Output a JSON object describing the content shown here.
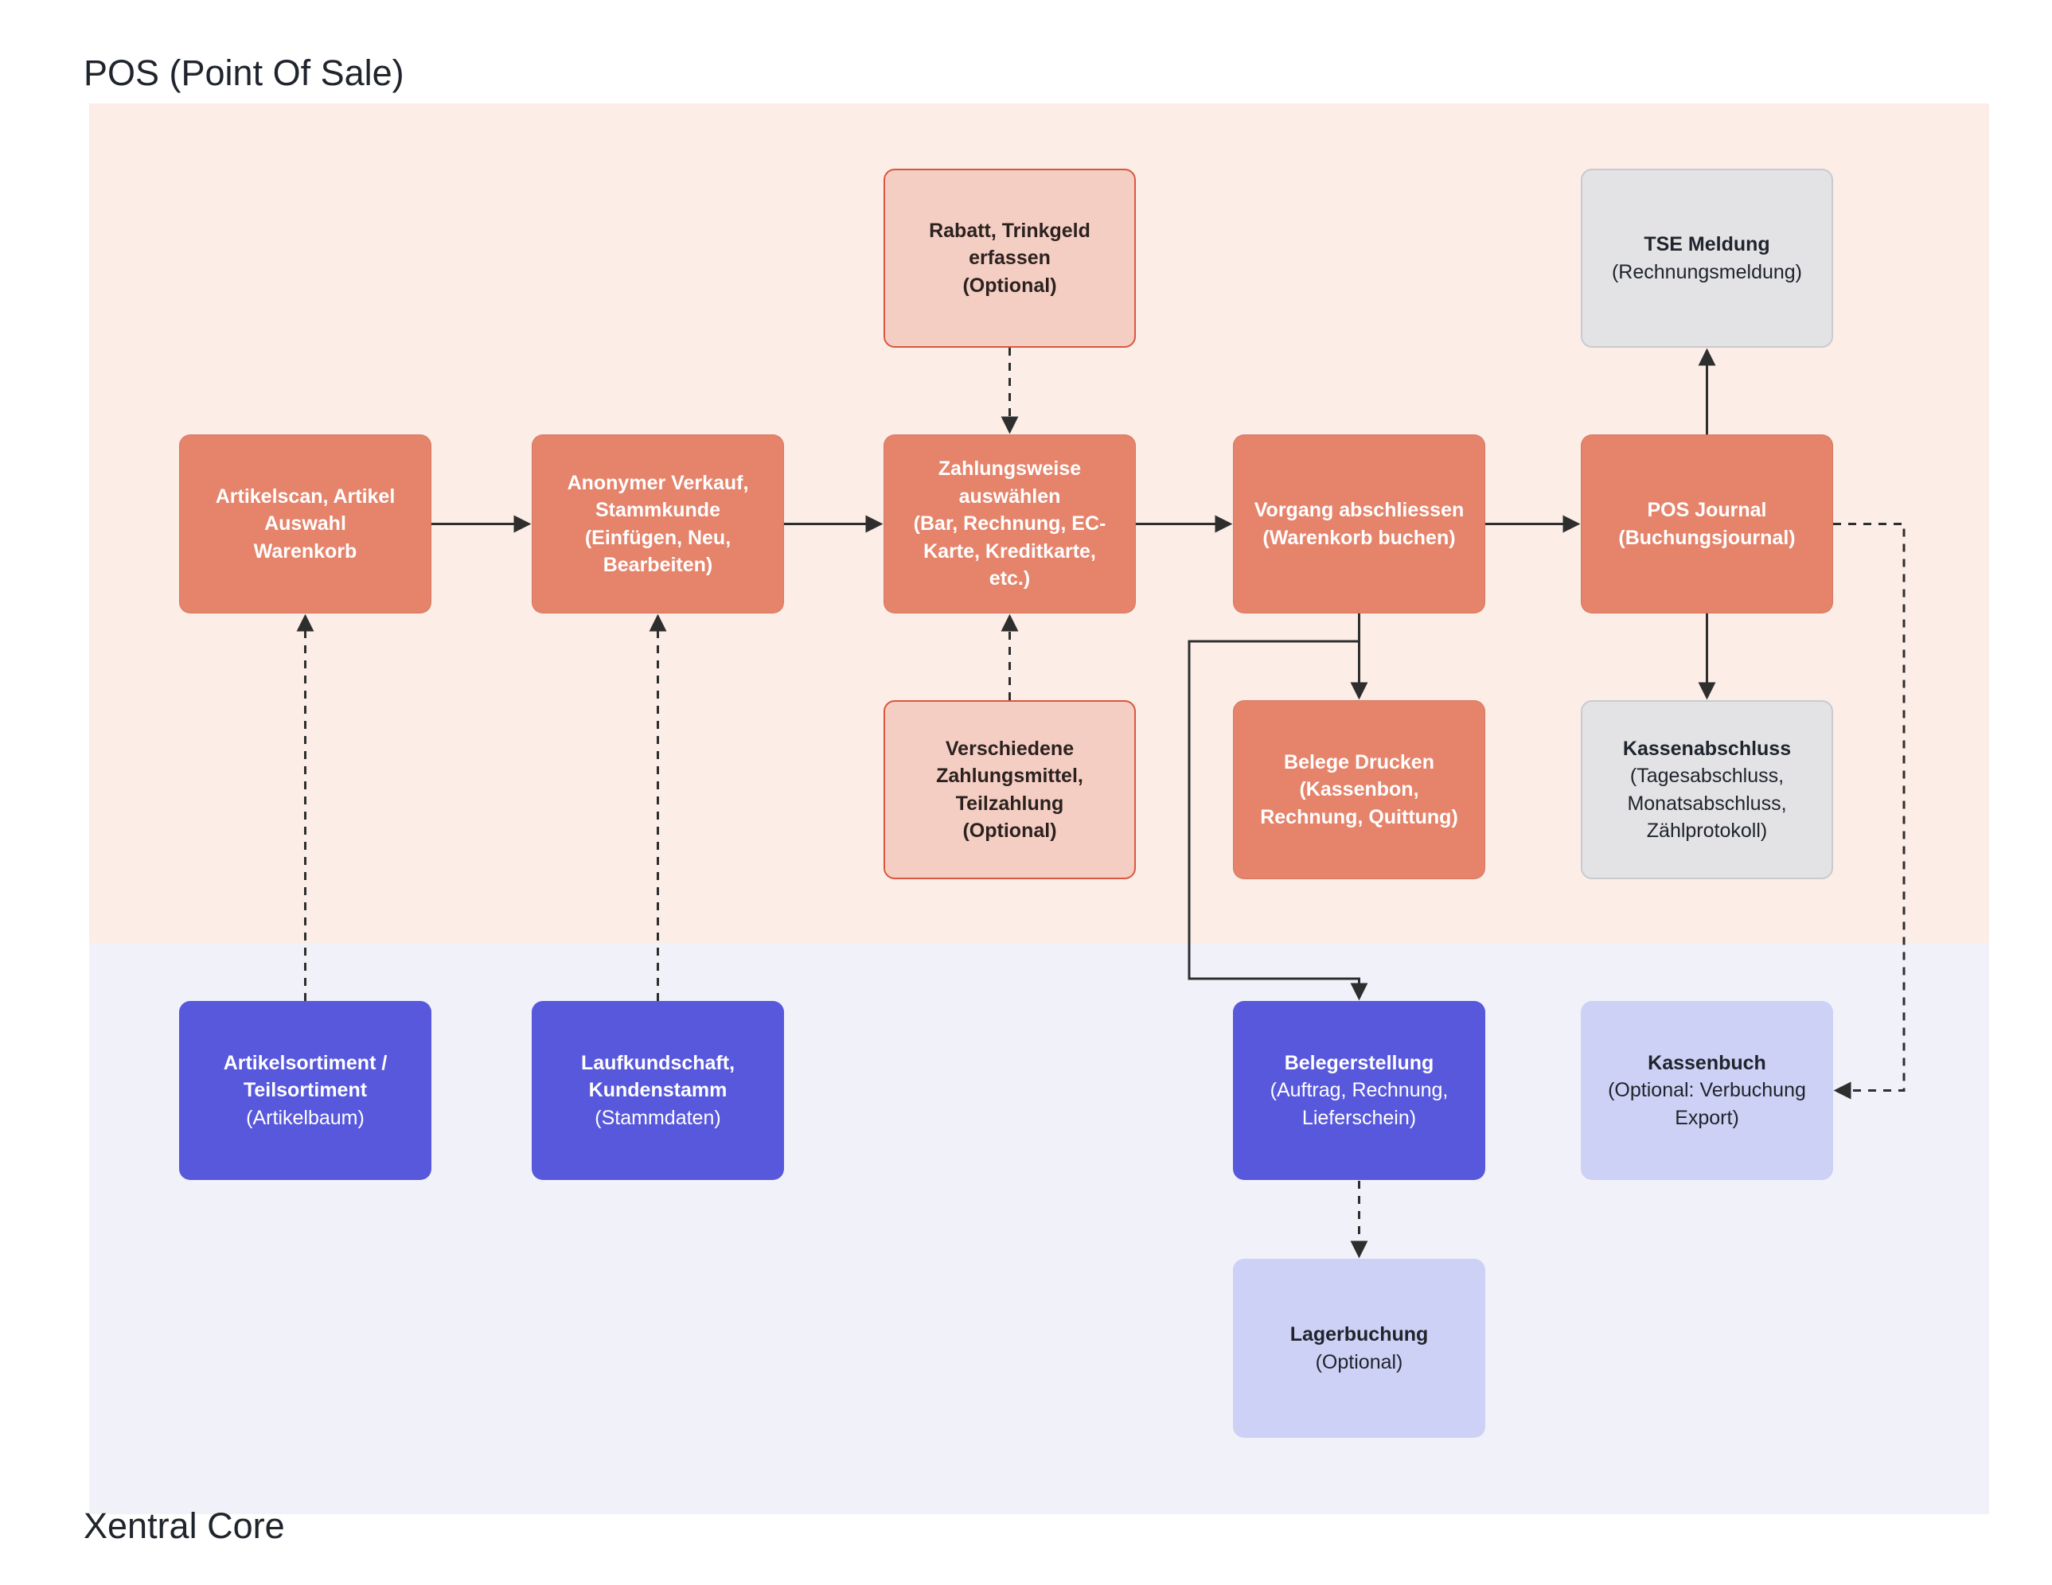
{
  "zones": {
    "pos_label": "POS (Point Of Sale)",
    "core_label": "Xentral Core"
  },
  "boxes": {
    "rabatt": {
      "lines": [
        "Rabatt, Trinkgeld",
        "erfassen",
        "(Optional)"
      ]
    },
    "tse": {
      "lines": [
        "TSE Meldung",
        "(Rechnungsmeldung)"
      ]
    },
    "artikelscan": {
      "lines": [
        "Artikelscan, Artikel",
        "Auswahl",
        "Warenkorb"
      ]
    },
    "anonymer": {
      "lines": [
        "Anonymer Verkauf,",
        "Stammkunde",
        "(Einfügen, Neu,",
        "Bearbeiten)"
      ]
    },
    "zahlungsweise": {
      "lines": [
        "Zahlungsweise",
        "auswählen",
        "(Bar, Rechnung, EC-",
        "Karte, Kreditkarte,",
        "etc.)"
      ]
    },
    "vorgang": {
      "lines": [
        "Vorgang abschliessen",
        "(Warenkorb buchen)"
      ]
    },
    "pos_journal": {
      "lines": [
        "POS Journal",
        "(Buchungsjournal)"
      ]
    },
    "verschiedene": {
      "lines": [
        "Verschiedene",
        "Zahlungsmittel,",
        "Teilzahlung",
        "(Optional)"
      ]
    },
    "belege_drucken": {
      "lines": [
        "Belege Drucken",
        "(Kassenbon,",
        "Rechnung, Quittung)"
      ]
    },
    "kassenabschluss": {
      "lines": [
        "Kassenabschluss",
        "(Tagesabschluss,",
        "Monatsabschluss,",
        "Zählprotokoll)"
      ]
    },
    "artikelsortiment": {
      "lines": [
        "Artikelsortiment /",
        "Teilsortiment",
        "(Artikelbaum)"
      ]
    },
    "laufkundschaft": {
      "lines": [
        "Laufkundschaft,",
        "Kundenstamm",
        "(Stammdaten)"
      ]
    },
    "belegerstellung": {
      "lines": [
        "Belegerstellung",
        "(Auftrag, Rechnung,",
        "Lieferschein)"
      ]
    },
    "kassenbuch": {
      "lines": [
        "Kassenbuch",
        "(Optional: Verbuchung",
        "Export)"
      ]
    },
    "lagerbuchung": {
      "lines": [
        "Lagerbuchung",
        "(Optional)"
      ]
    }
  },
  "colors": {
    "zone_pos": "#FCEDE6",
    "zone_core": "#F1F2F9",
    "salmon": "#E5836B",
    "pale_salmon": "#F5CEC3",
    "pale_border": "#D9573E",
    "gray_box": "#E3E3E6",
    "gray_border": "#C9CACF",
    "blue": "#5858DC",
    "lavender": "#CDD1F5",
    "arrow": "#2E2E2E"
  }
}
